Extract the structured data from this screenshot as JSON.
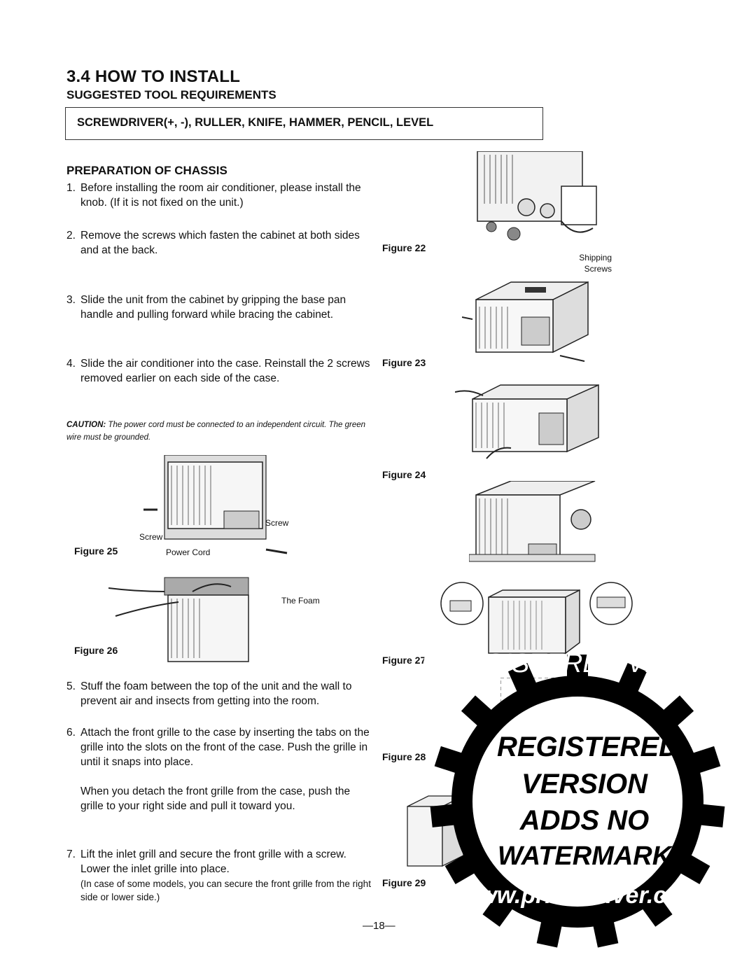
{
  "header": {
    "title": "3.4 HOW TO INSTALL",
    "subtitle": "SUGGESTED TOOL REQUIREMENTS",
    "tools": "SCREWDRIVER(+, -), RULLER, KNIFE, HAMMER, PENCIL, LEVEL"
  },
  "section": {
    "title": "PREPARATION OF CHASSIS"
  },
  "steps": [
    {
      "num": "1.",
      "text": "Before installing the room air conditioner, please install the knob. (If it is not fixed on the unit.)"
    },
    {
      "num": "2.",
      "text": "Remove the screws which fasten the cabinet at both sides and at the back."
    },
    {
      "num": "3.",
      "text": "Slide the unit from the cabinet by gripping the base pan handle and pulling forward while bracing the cabinet."
    },
    {
      "num": "4.",
      "text": "Slide the air conditioner into the case. Reinstall the 2 screws removed earlier on each side of the case."
    },
    {
      "num": "5.",
      "text": "Stuff the foam between the top of the unit and the wall to prevent air and insects from getting into the room."
    },
    {
      "num": "6.",
      "text": "Attach the front grille to the case by inserting the tabs on the grille into the slots on the front of the case. Push the grille in until it snaps into place."
    },
    {
      "num": "",
      "text": "When you detach the front grille from the case, push the grille to your right side and pull it toward you."
    },
    {
      "num": "7.",
      "text": "Lift the inlet grill and secure the front grille with a screw. Lower the inlet grille into place."
    }
  ],
  "note": "(In case of some models, you can secure the front grille from the right side or lower side.)",
  "caution": {
    "label": "CAUTION:",
    "text": "The power cord must be connected to an independent circuit. The green wire must be grounded."
  },
  "figures": {
    "f22": "Figure 22",
    "f23": "Figure 23",
    "f24": "Figure 24",
    "f25": "Figure 25",
    "f26": "Figure 26",
    "f27": "Figure 27",
    "f28": "Figure 28",
    "f29": "Figure 29"
  },
  "labels": {
    "shipping_screws": "Shipping Screws",
    "screw_left": "Screw",
    "screw_right": "Screw",
    "power_cord": "Power Cord",
    "the_foam": "The Foam"
  },
  "watermark": {
    "ring_top": "UNREGISTERED VERSION",
    "line1": "REGISTERED",
    "line2": "VERSION",
    "line3": "ADDS NO",
    "line4": "WATERMARK",
    "site": "www.print-driver.com"
  },
  "page_number": "—18—"
}
